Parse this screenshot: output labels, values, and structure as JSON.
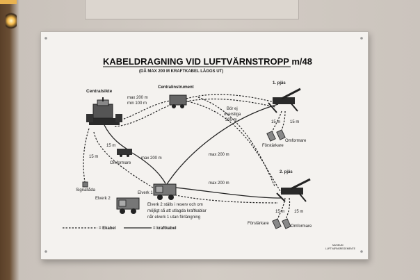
{
  "title": "KABELDRAGNING VID LUFTVÄRNSTROPP m/48",
  "subtitle": "(DÅ MAX 200 M KRAFTKABEL LÄGGS UT)",
  "nodes": {
    "centralsikte": "Centralsikte",
    "centralinstrument": "Centralinstrument",
    "pjas1": "1. pjäs",
    "pjas2": "2. pjäs",
    "forstarkare1": "Förstärkare",
    "omformare1": "Omformare",
    "forstarkare2": "Förstärkare",
    "omformare2": "Omformare",
    "omformare_main": "Omformare",
    "signallada": "Signallåda",
    "elverk1": "Elverk 1",
    "elverk2": "Elverk 2"
  },
  "cable_labels": {
    "max200_top": "max 200 m",
    "min100": "min 100 m",
    "bor_ej": "Bör ej",
    "overstiga": "överstiga",
    "m300": "300 m",
    "m15_left": "15 m",
    "m15_mid": "15 m",
    "max200_omf": "max 200 m",
    "max200_center": "max 200 m",
    "max200_lower": "max 200 m",
    "m15_p1a": "15 m",
    "m15_p1b": "15 m",
    "m15_p2a": "15 m",
    "m15_p2b": "15 m"
  },
  "note": {
    "line1": "Elverk 2 ställs i reserv och om",
    "line2": "möjligt så att utlagda kraftkablar",
    "line3": "når  elverk 1 utan förlängning"
  },
  "legend": {
    "ekabel": "= Ekabel",
    "kraftkabel": "= kraftkabel"
  },
  "footer": {
    "line1": "MUSEUM",
    "line2": "LUFTVÄRNSREGEMENTE"
  }
}
